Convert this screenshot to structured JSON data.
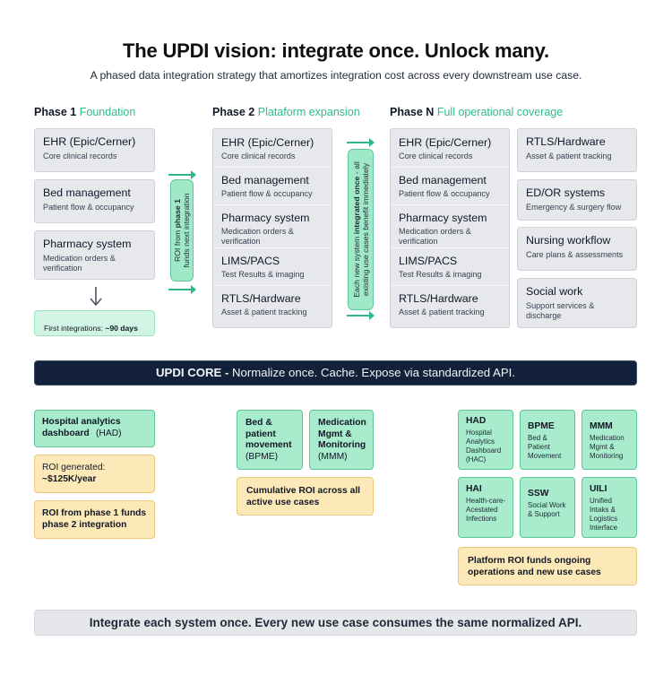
{
  "title": "The UPDI vision: integrate once. Unlock many.",
  "subtitle": "A phased data integration strategy that amortizes integration cost across every downstream use case.",
  "phases": [
    {
      "label": "Phase 1",
      "accent": "Foundation",
      "systems": [
        {
          "name": "EHR (Epic/Cerner)",
          "desc": "Core clinical records"
        },
        {
          "name": "Bed management",
          "desc": "Patient flow & occupancy"
        },
        {
          "name": "Pharmacy system",
          "desc": "Medication orders & verification"
        }
      ],
      "note": {
        "prefix": "First integrations: ",
        "value": "~90 days"
      }
    },
    {
      "label": "Phase 2",
      "accent": "Plataform expansion",
      "systems": [
        {
          "name": "EHR (Epic/Cerner)",
          "desc": "Core clinical records"
        },
        {
          "name": "Bed management",
          "desc": "Patient flow & occupancy"
        },
        {
          "name": "Pharmacy system",
          "desc": "Medication orders & verification"
        },
        {
          "name": "LIMS/PACS",
          "desc": "Test Results & imaging"
        },
        {
          "name": "RTLS/Hardware",
          "desc": "Asset & patient tracking"
        }
      ]
    },
    {
      "label": "Phase N",
      "accent": "Full operational coverage",
      "systems": [
        {
          "name": "EHR (Epic/Cerner)",
          "desc": "Core clinical records"
        },
        {
          "name": "Bed management",
          "desc": "Patient flow & occupancy"
        },
        {
          "name": "Pharmacy system",
          "desc": "Medication orders & verification"
        },
        {
          "name": "LIMS/PACS",
          "desc": "Test Results & imaging"
        },
        {
          "name": "RTLS/Hardware",
          "desc": "Asset & patient tracking"
        }
      ],
      "extra_systems": [
        {
          "name": "RTLS/Hardware",
          "desc": "Asset & patient tracking"
        },
        {
          "name": "ED/OR systems",
          "desc": "Emergency & surgery flow"
        },
        {
          "name": "Nursing workflow",
          "desc": "Care plans & assessments"
        },
        {
          "name": "Social work",
          "desc": "Support services & discharge"
        }
      ]
    }
  ],
  "connectors": {
    "roi_phase1": {
      "pre": "ROI from ",
      "bold": "phase 1",
      "post": "funds next integration"
    },
    "each_new": {
      "pre": "Each new system ",
      "bold": "integrated once",
      "post1": " - all",
      "line2": "existing use cases benefit immediately"
    }
  },
  "core": {
    "bold": "UPDI CORE - ",
    "text": "Normalize once. Cache. Expose via standardized API."
  },
  "outcomes": {
    "p1": {
      "use_case": {
        "name": "Hospital analytics dashboard",
        "code": "(HAD)"
      },
      "roi": {
        "label": "ROI generated:",
        "value": "~$125K/year"
      },
      "funding": "ROI from phase 1 funds phase 2 integration"
    },
    "p2": {
      "use_cases": [
        {
          "name": "Bed & patient movement",
          "code": "(BPME)"
        },
        {
          "name": "Medication Mgmt & Monitoring",
          "code": "(MMM)"
        }
      ],
      "roi": "Cumulative ROI across all active use cases"
    },
    "pn": {
      "use_cases": [
        {
          "code": "HAD",
          "desc": "Hospital Analytics Dashboard (HAC)"
        },
        {
          "code": "BPME",
          "desc": "Bed & Patient Movement"
        },
        {
          "code": "MMM",
          "desc": "Medication Mgmt & Monitoring"
        },
        {
          "code": "HAI",
          "desc": "Health-care-Acestated Infections"
        },
        {
          "code": "SSW",
          "desc": "Social Work & Support"
        },
        {
          "code": "UILI",
          "desc": "Unified Intaks & Logistics Interface"
        }
      ],
      "roi": "Platform ROI funds ongoing operations and new use cases"
    }
  },
  "footer": "Integrate each system once. Every new use case consumes the same normalized API.",
  "colors": {
    "accent": "#2fb98a",
    "core_bg": "#13203a",
    "card_bg": "#e6e8ec",
    "use_case_bg": "#a8ebcd",
    "roi_bg": "#fde9b8"
  }
}
